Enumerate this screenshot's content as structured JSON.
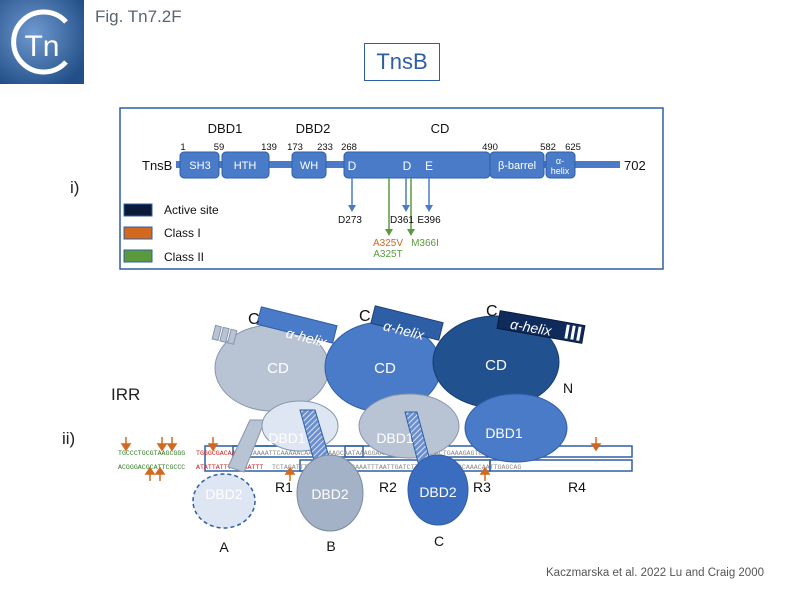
{
  "header": {
    "figure_label": "Fig. Tn7.2F",
    "title": "TnsB",
    "logo_text": "Tn"
  },
  "panel_i": {
    "label": "i)",
    "protein_name": "TnsB",
    "end_number": "702",
    "domain_labels": {
      "dbd1": "DBD1",
      "dbd2": "DBD2",
      "cd": "CD"
    },
    "boundaries": [
      "1",
      "59",
      "139",
      "173",
      "233",
      "268",
      "490",
      "582",
      "625"
    ],
    "boxes": {
      "sh3": "SH3",
      "hth": "HTH",
      "wh": "WH",
      "d1": "D",
      "d2": "D",
      "e": "E",
      "beta_barrel": "β-barrel",
      "alpha_helix": "α-\nhelix"
    },
    "sites": {
      "d273": "D273",
      "d361": "D361",
      "e396": "E396",
      "a325v": "A325V",
      "a325t": "A325T",
      "m366i": "M366I"
    },
    "legend": [
      {
        "label": "Active site",
        "color": "#0a1a3a"
      },
      {
        "label": "Class I",
        "color": "#d2691e"
      },
      {
        "label": "Class II",
        "color": "#5b9a3c"
      }
    ]
  },
  "panel_ii": {
    "label": "ii)",
    "irr_label": "IRR",
    "c_labels": [
      "C",
      "C",
      "C"
    ],
    "n_label": "N",
    "helix_label": "α-helix",
    "cd_label": "CD",
    "dbd1_label": "DBD1",
    "dbd2_label": "DBD2",
    "repeat_labels": [
      "R1",
      "R2",
      "R3",
      "R4"
    ],
    "protomer_labels": [
      "A",
      "B",
      "C"
    ],
    "dna": {
      "top_left": "TGCCCTGCGTAAGCGGG",
      "top_red": "TGGGCGACAA",
      "top_right": "AACAAAATTCAAAAACAAGAAAAAGCAATAAAGGAAAGAATAGTTGTAAACTGAAAGAGTC",
      "bottom_left": "ACGGGACGCATTCGCCC",
      "bottom_red": "ATATTATTTCAGAATTT",
      "bottom_right": "TCTAGATTTGAGGTTATCTGGAAATTTAATTGATCTTATCAACATTGACAAACAATTGAGCAG"
    },
    "colors": {
      "a": "#b8c4d4",
      "b": "#4a7bc8",
      "c": "#22518f",
      "dbd2_a": "#dde6f2"
    }
  },
  "footer": {
    "citation": "Kaczmarska et al. 2022  Lu and Craig 2000"
  }
}
